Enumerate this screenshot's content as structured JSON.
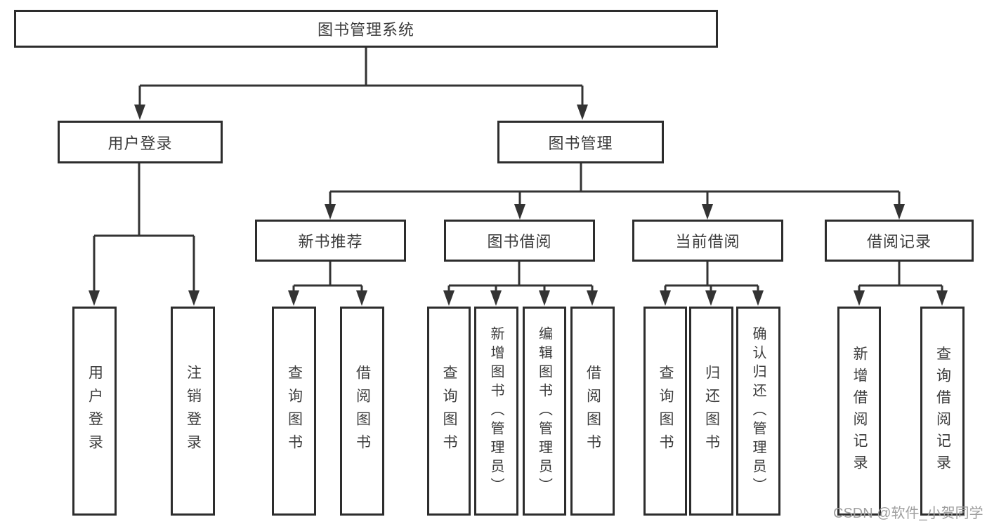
{
  "diagram": {
    "root": {
      "label": "图书管理系统"
    },
    "level2": [
      {
        "label": "用户登录"
      },
      {
        "label": "图书管理"
      }
    ],
    "level3": [
      {
        "label": "新书推荐"
      },
      {
        "label": "图书借阅"
      },
      {
        "label": "当前借阅"
      },
      {
        "label": "借阅记录"
      }
    ],
    "leaves": [
      {
        "label": "用户登录",
        "parent": "用户登录"
      },
      {
        "label": "注销登录",
        "parent": "用户登录"
      },
      {
        "label": "查询图书",
        "parent": "新书推荐"
      },
      {
        "label": "借阅图书",
        "parent": "新书推荐"
      },
      {
        "label": "查询图书",
        "parent": "图书借阅"
      },
      {
        "label": "新增图书（管理员）",
        "parent": "图书借阅"
      },
      {
        "label": "编辑图书（管理员）",
        "parent": "图书借阅"
      },
      {
        "label": "借阅图书",
        "parent": "图书借阅"
      },
      {
        "label": "查询图书",
        "parent": "当前借阅"
      },
      {
        "label": "归还图书",
        "parent": "当前借阅"
      },
      {
        "label": "确认归还（管理员）",
        "parent": "当前借阅"
      },
      {
        "label": "新增借阅记录",
        "parent": "借阅记录"
      },
      {
        "label": "查询借阅记录",
        "parent": "借阅记录"
      }
    ],
    "watermark": {
      "text": "CSDN @软件_小贺同学"
    },
    "colors": {
      "line": "#333333",
      "box_border": "#2d2d2d",
      "text": "#3c3c3c",
      "background": "#ffffff",
      "watermark": "#9f9f9f"
    }
  }
}
